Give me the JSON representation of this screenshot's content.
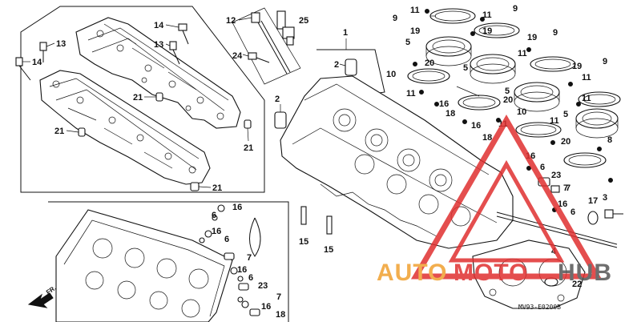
{
  "diagram_code": "MV93-E0200B",
  "front_label": "FR.",
  "watermark": {
    "auto": "AUTO",
    "moto": "MOTO",
    "hub": "HUB",
    "color_orange": "#f0a030",
    "color_red": "#e03030",
    "color_gray": "#555555"
  },
  "callouts": {
    "c1": "1",
    "c2a": "2",
    "c2b": "2",
    "c3": "3",
    "c4": "4",
    "c5a": "5",
    "c5b": "5",
    "c5c": "5",
    "c5d": "5",
    "c6a": "6",
    "c6b": "6",
    "c6c": "6",
    "c6d": "6",
    "c6e": "6",
    "c7a": "7",
    "c7b": "7",
    "c7c": "7",
    "c7d": "7",
    "c8": "8",
    "c9a": "9",
    "c9b": "9",
    "c9c": "9",
    "c9d": "9",
    "c10a": "10",
    "c10b": "10",
    "c11a": "11",
    "c11b": "11",
    "c11c": "11",
    "c11d": "11",
    "c11e": "11",
    "c11f": "11",
    "c11g": "11",
    "c11h": "11",
    "c12": "12",
    "c13a": "13",
    "c13b": "13",
    "c14a": "14",
    "c14b": "14",
    "c15a": "15",
    "c15b": "15",
    "c16a": "16",
    "c16b": "16",
    "c16c": "16",
    "c16d": "16",
    "c16e": "16",
    "c16f": "16",
    "c16g": "16",
    "c16h": "16",
    "c17": "17",
    "c18a": "18",
    "c18b": "18",
    "c18c": "18",
    "c19a": "19",
    "c19b": "19",
    "c19c": "19",
    "c19d": "19",
    "c20a": "20",
    "c20b": "20",
    "c20c": "20",
    "c21a": "21",
    "c21b": "21",
    "c21c": "21",
    "c21d": "21",
    "c22": "22",
    "c23a": "23",
    "c23b": "23",
    "c24": "24",
    "c25": "25"
  }
}
